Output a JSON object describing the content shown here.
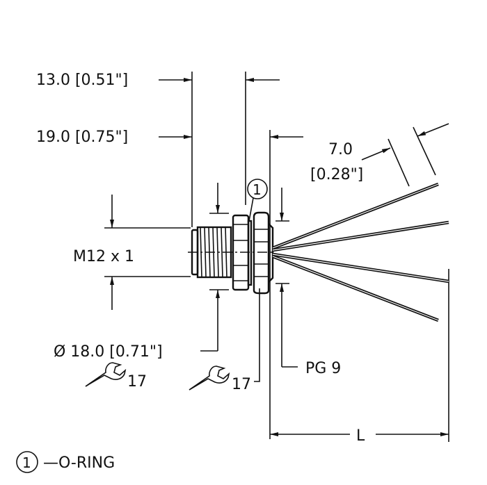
{
  "drawing": {
    "dimensions": {
      "length_13": "13.0 [0.51\"]",
      "length_19": "19.0 [0.75\"]",
      "strip_length_mm": "7.0",
      "strip_length_in": "[0.28\"]",
      "thread": "M12 x 1",
      "diameter": "Ø 18.0 [0.71\"]",
      "wrench_1": "17",
      "wrench_2": "17",
      "gland": "PG 9",
      "overall_length": "L"
    },
    "callout_marker": "1",
    "legend": {
      "marker": "1",
      "text": "—O-RING"
    }
  }
}
